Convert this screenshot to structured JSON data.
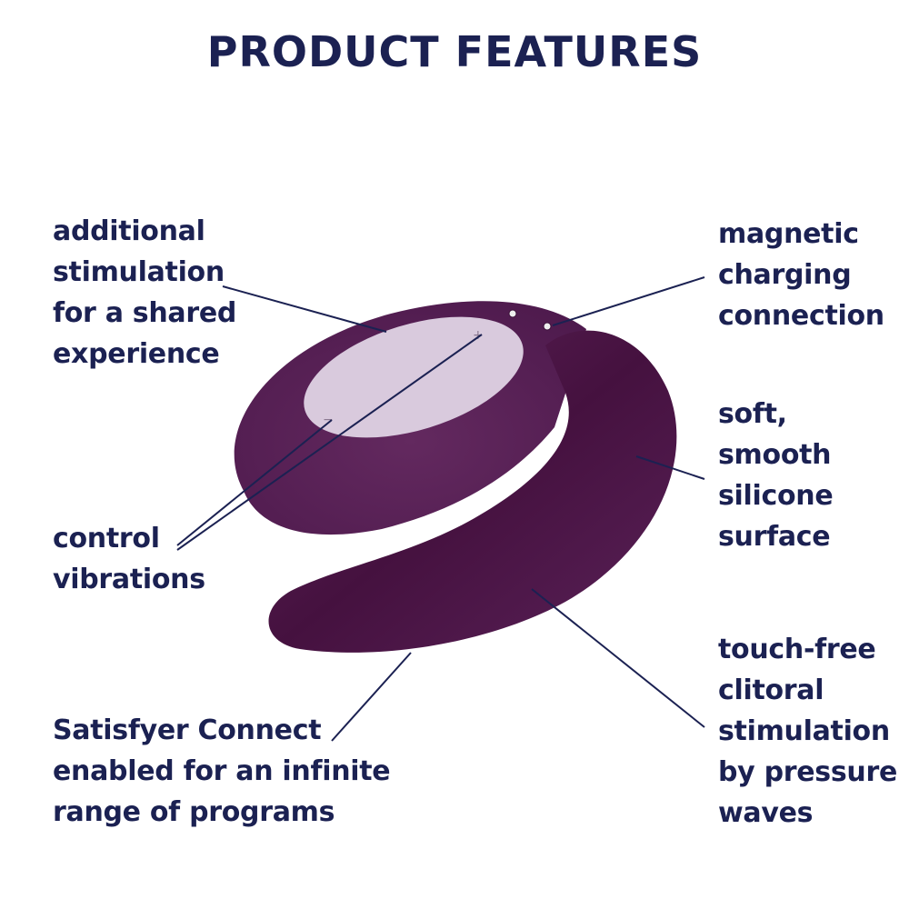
{
  "title": "PRODUCT FEATURES",
  "colors": {
    "text": "#1b2152",
    "device": "#5a2158",
    "panel": "#d9cadd"
  },
  "features": {
    "shared": [
      "additional",
      "stimulation",
      "for a shared",
      "experience"
    ],
    "magnetic": [
      "magnetic",
      "charging",
      "connection"
    ],
    "silicone": [
      "soft,",
      "smooth",
      "silicone",
      "surface"
    ],
    "control": [
      "control",
      "vibrations"
    ],
    "connect": [
      "Satisfyer Connect",
      "enabled for an infinite",
      "range of programs"
    ],
    "pressure": [
      "touch-free",
      "clitoral",
      "stimulation",
      "by pressure",
      "waves"
    ]
  }
}
